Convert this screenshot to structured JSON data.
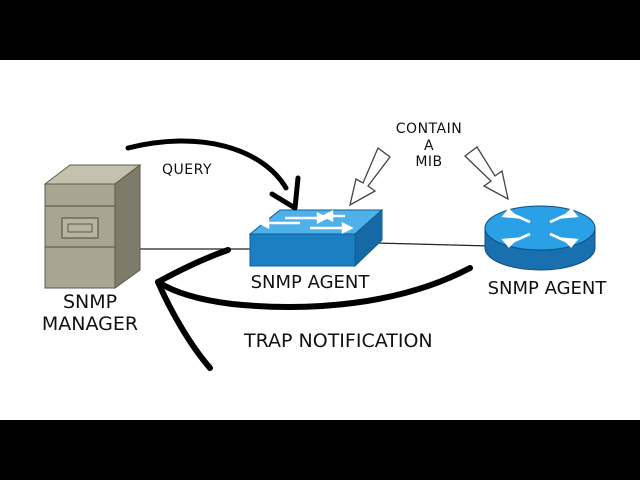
{
  "labels": {
    "query": "QUERY",
    "contain": [
      "CONTAIN",
      "A",
      "MIB"
    ],
    "manager": [
      "SNMP",
      "MANAGER"
    ],
    "agent_switch": "SNMP AGENT",
    "agent_router": "SNMP AGENT",
    "trap": "TRAP NOTIFICATION"
  },
  "colors": {
    "server_fill": "#a9a592",
    "server_dark": "#7f7b6a",
    "switch_blue": "#1e8fd6",
    "router_blue": "#2196dd",
    "arrow_black": "#000000",
    "line": "#222222"
  },
  "icons": [
    "server-icon",
    "switch-icon",
    "router-icon"
  ]
}
